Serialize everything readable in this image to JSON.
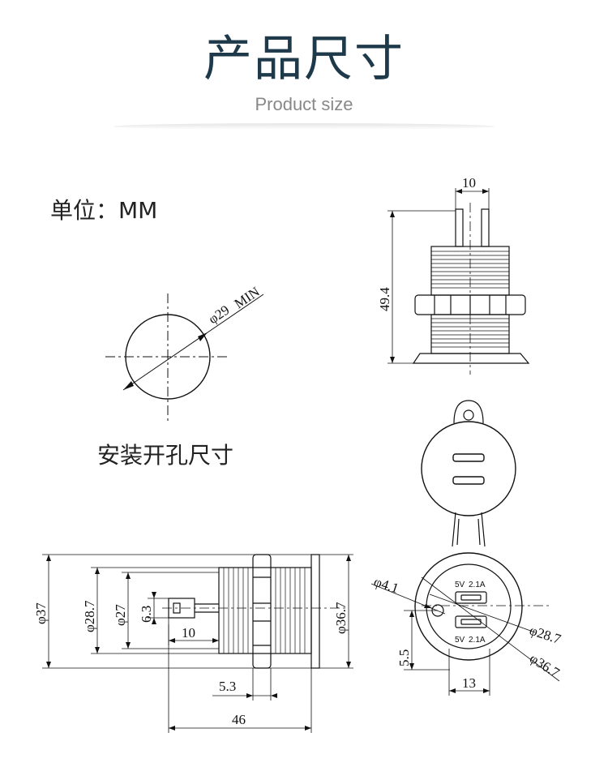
{
  "header": {
    "title": "产品尺寸",
    "subtitle": "Product size"
  },
  "unit_label": "单位：MM",
  "cutout": {
    "label": "安装开孔尺寸",
    "diameter_text": "φ29",
    "min_text": "MIN"
  },
  "side_view": {
    "top_width": "10",
    "height": "49.4"
  },
  "front_view": {
    "d37": "φ37",
    "d28_7": "φ28.7",
    "d27": "φ27",
    "d6_3": "6.3",
    "d36_7": "φ36.7",
    "d10": "10",
    "d5_3": "5.3",
    "d46": "46"
  },
  "face_view": {
    "port_top_label_left": "5V",
    "port_top_label_right": "2.1A",
    "port_bottom_label_left": "5V",
    "port_bottom_label_right": "2.1A",
    "d4_1": "φ4.1",
    "d28_7": "φ28.7",
    "d36_7": "φ36.7",
    "d5_5": "5.5",
    "d13": "13"
  },
  "colors": {
    "title": "#1e3a4a",
    "subtitle": "#888888",
    "line": "#111111"
  }
}
